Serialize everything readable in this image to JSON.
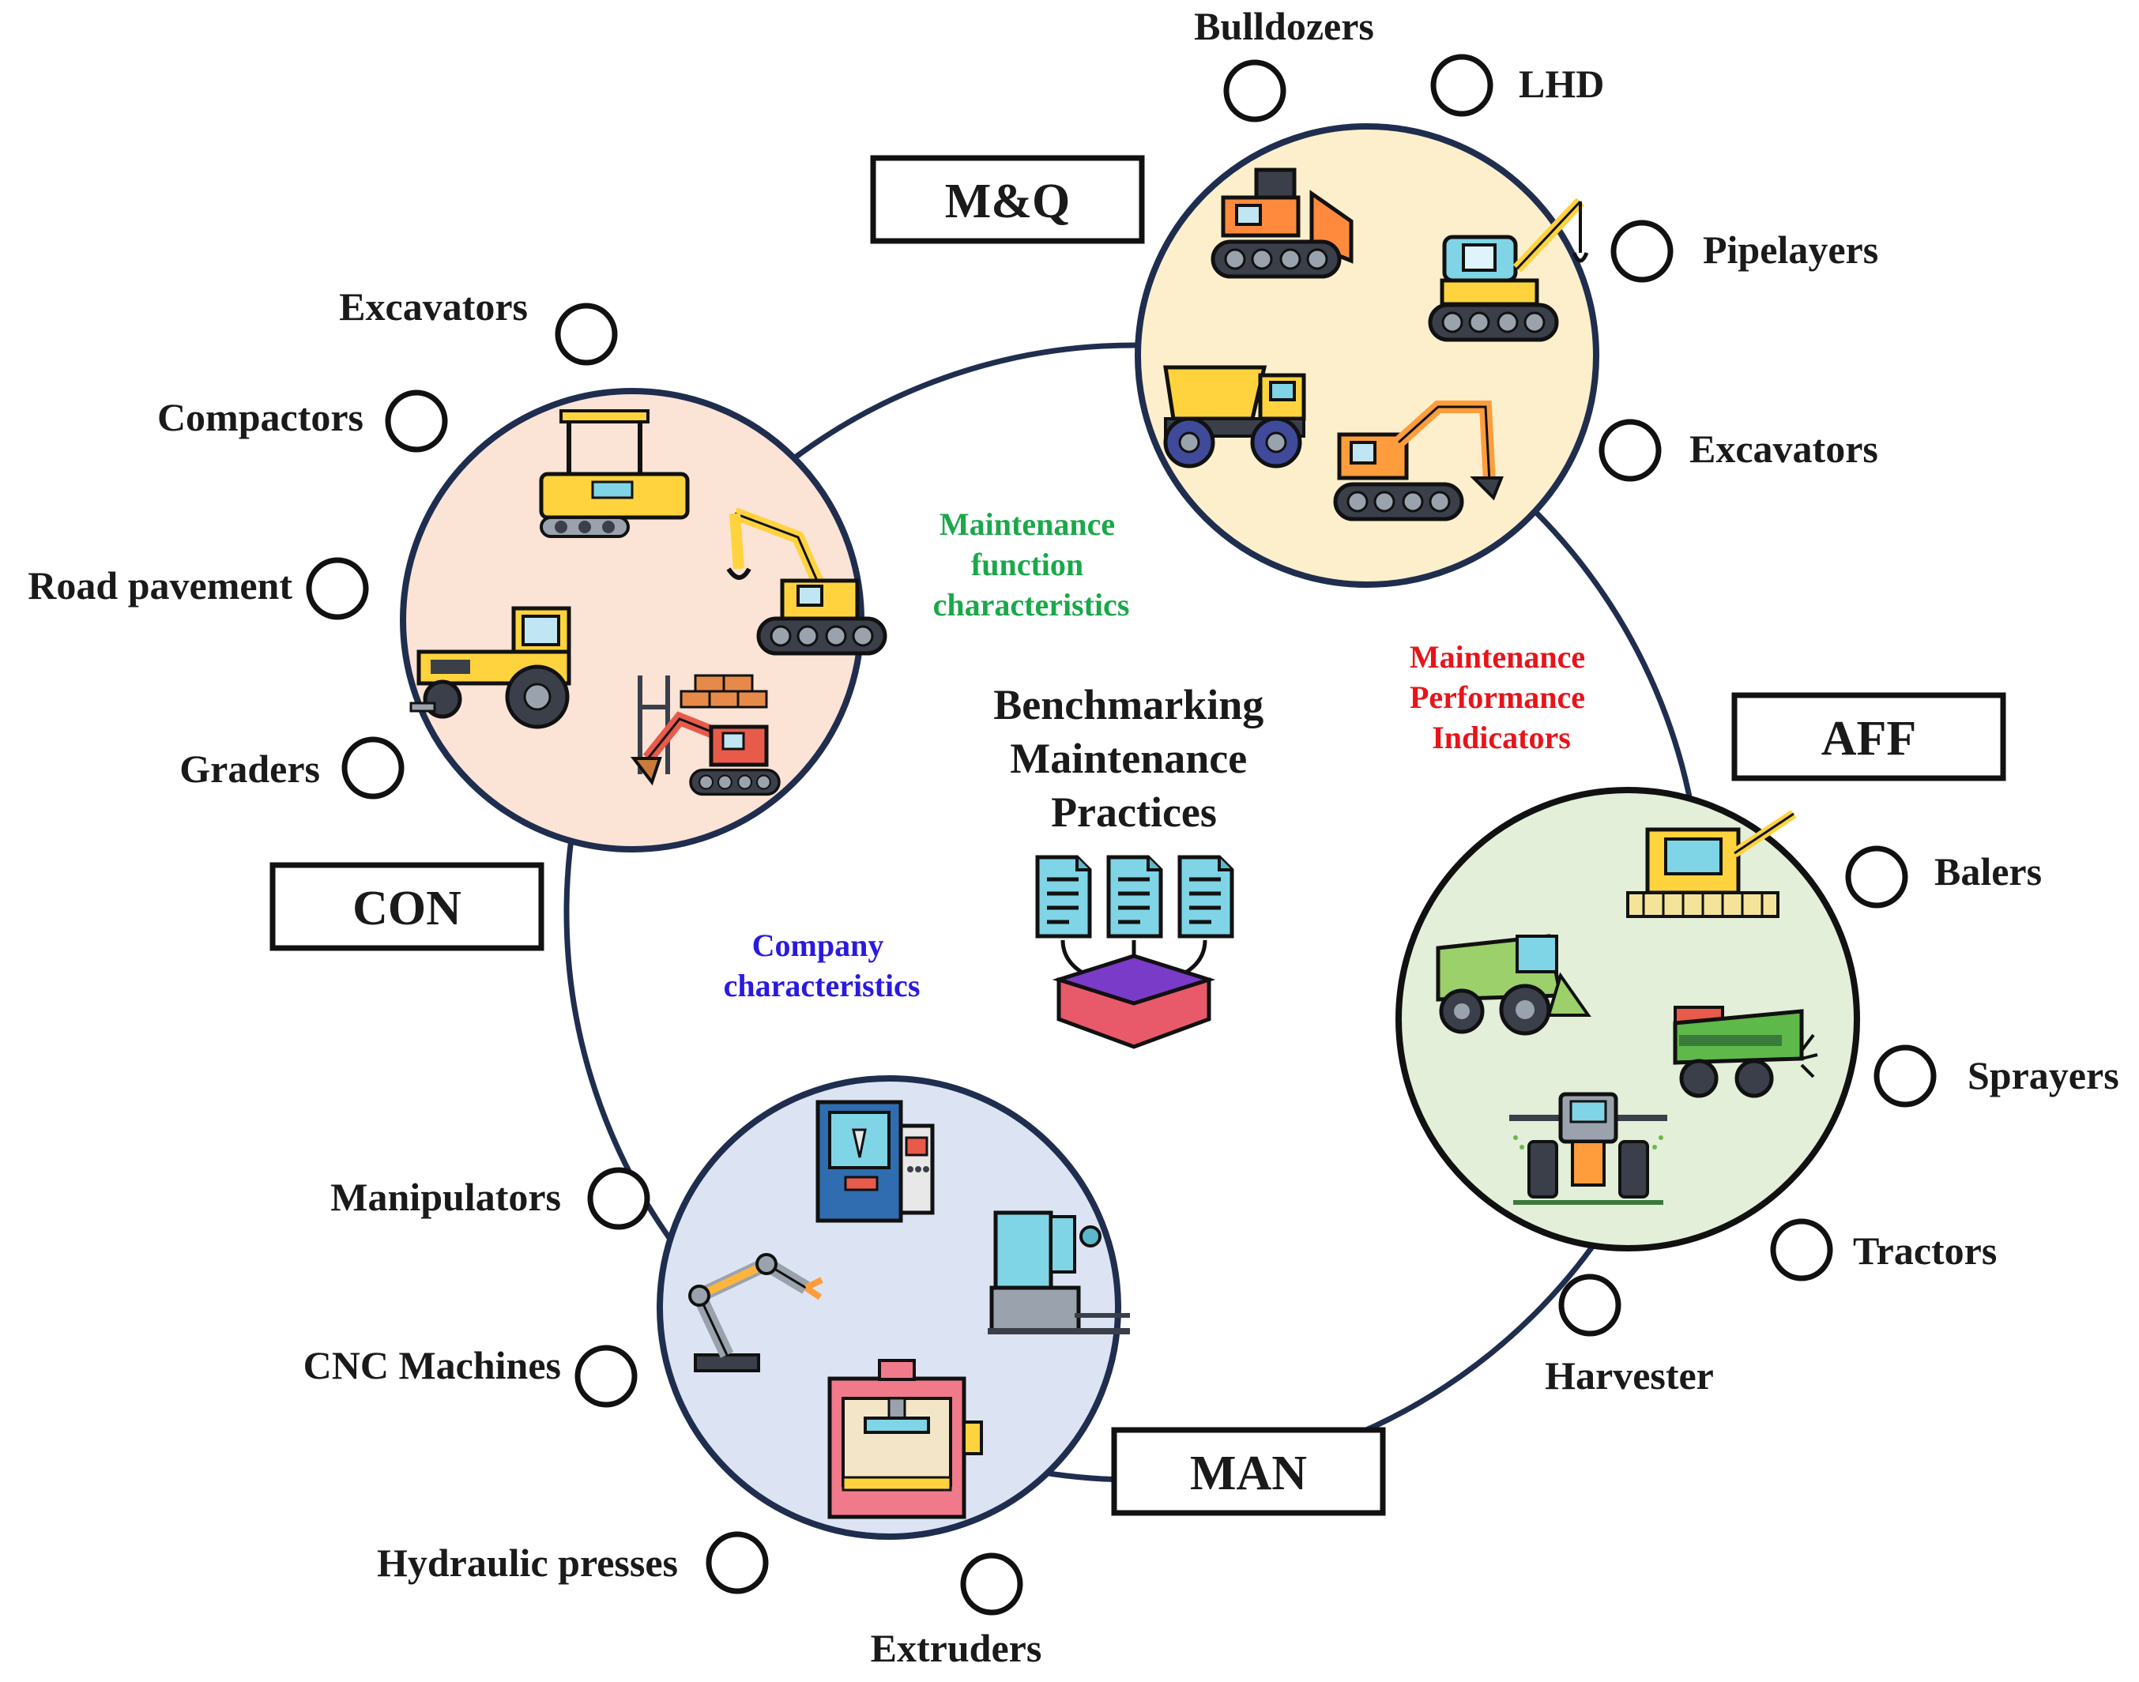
{
  "center": {
    "title_lines": [
      "Benchmarking",
      "Maintenance",
      "Practices"
    ]
  },
  "characteristics": {
    "maintenance_function": {
      "lines": [
        "Maintenance",
        "function",
        "characteristics"
      ],
      "color": "#1aa84a"
    },
    "maintenance_performance": {
      "lines": [
        "Maintenance",
        "Performance",
        "Indicators"
      ],
      "color": "#e8141a"
    },
    "company": {
      "lines": [
        "Company",
        "characteristics"
      ],
      "color": "#2a1ae0"
    }
  },
  "sectors": {
    "mq": {
      "label": "M&Q",
      "fill": "#fdefcc",
      "items": [
        "Bulldozers",
        "LHD",
        "Pipelayers",
        "Excavators"
      ]
    },
    "con": {
      "label": "CON",
      "fill": "#fbe3d6",
      "items": [
        "Excavators",
        "Compactors",
        "Road pavement",
        "Graders"
      ]
    },
    "aff": {
      "label": "AFF",
      "fill": "#e3efd8",
      "items": [
        "Balers",
        "Sprayers",
        "Tractors",
        "Harvester"
      ]
    },
    "man": {
      "label": "MAN",
      "fill": "#dce4f4",
      "items": [
        "Manipulators",
        "CNC Machines",
        "Hydraulic presses",
        "Extruders"
      ]
    }
  },
  "colors": {
    "ring": "#1f2d4e",
    "outline": "#111111"
  },
  "icons": {
    "mq": [
      "bulldozer-icon",
      "pipelayer-icon",
      "dump-truck-icon",
      "excavator-icon"
    ],
    "con": [
      "compactor-icon",
      "excavator-icon",
      "grader-icon",
      "demolition-excavator-icon"
    ],
    "aff": [
      "baler-icon",
      "harvester-icon",
      "sprayer-icon",
      "tractor-icon"
    ],
    "man": [
      "cnc-machine-icon",
      "robotic-arm-icon",
      "milling-machine-icon",
      "hydraulic-press-icon"
    ],
    "center": "documents-to-database-icon"
  }
}
